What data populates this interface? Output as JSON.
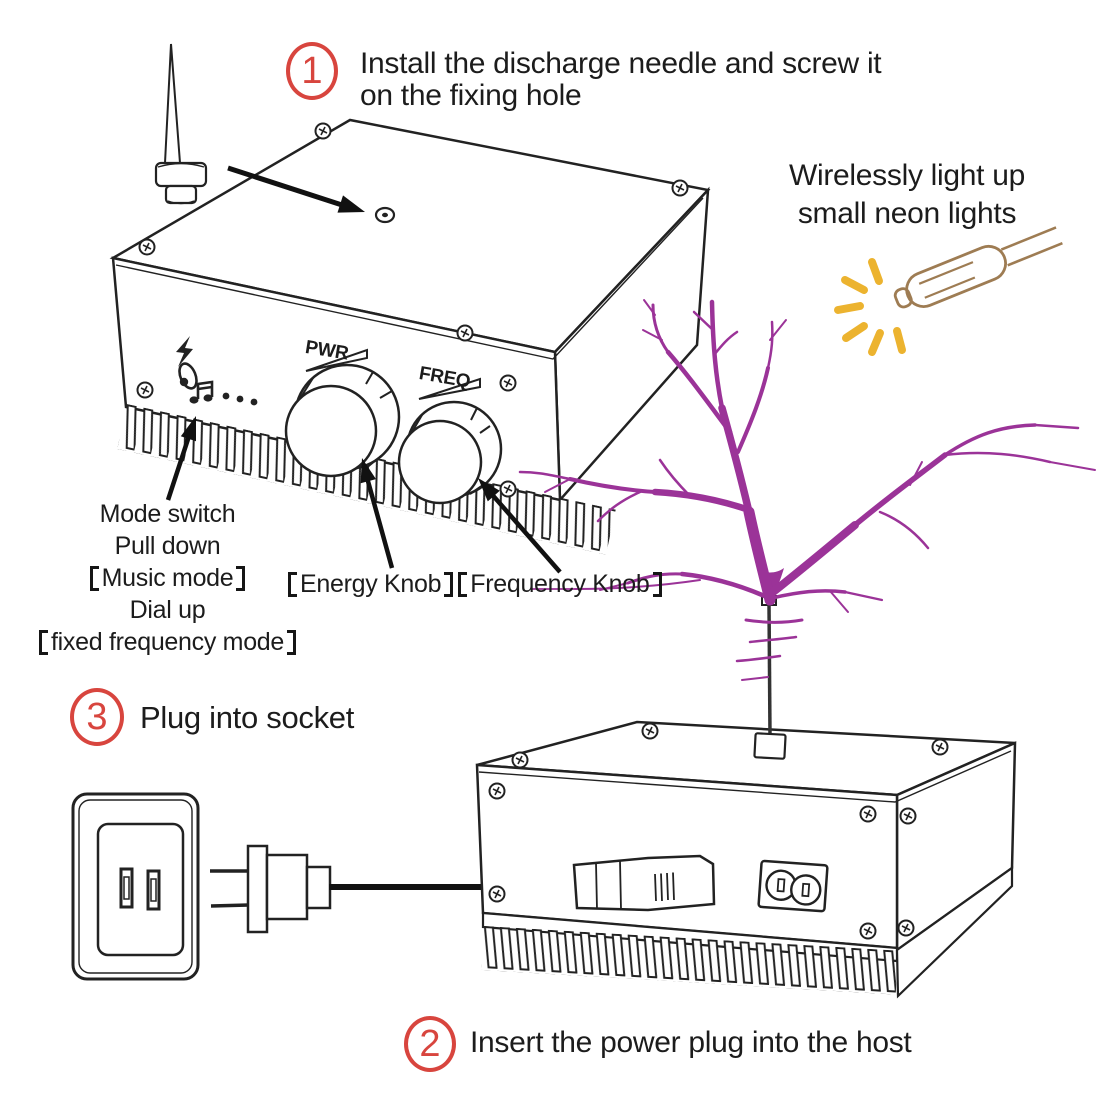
{
  "colors": {
    "accent_red": "#d8453e",
    "plasma_purple": "#9b3398",
    "ray_yellow": "#ecb32f",
    "bulb_brown": "#9e7c53",
    "line_black": "#222222"
  },
  "steps": {
    "step1": {
      "number": "1",
      "line1": "Install the discharge needle and screw it",
      "line2": "on the fixing hole"
    },
    "step2": {
      "number": "2",
      "text": "Insert the power plug into the host"
    },
    "step3": {
      "number": "3",
      "text": "Plug into socket"
    }
  },
  "captions": {
    "wireless_line1": "Wirelessly light up",
    "wireless_line2": "small neon lights",
    "mode_switch_line1": "Mode switch",
    "mode_switch_line2": "Pull down",
    "mode_switch_line3": "Music mode",
    "mode_switch_line4": "Dial up",
    "mode_switch_line5": "fixed frequency mode",
    "bracket_glyphs": "【】",
    "energy_knob_label": "Energy Knob",
    "frequency_knob_label": "Frequency Knob"
  },
  "panel": {
    "power_knob_label": "PWR",
    "freq_knob_label": "FREQ"
  },
  "icons": {
    "mode_lightning": "lightning-bolt",
    "mode_toggle": "toggle-switch",
    "mode_music": "music-note",
    "panel_dots": "•••",
    "neon_bulb": "neon-bulb",
    "spark_rays": "spark-rays",
    "plasma": "plasma-discharge-arc",
    "screw": "phillips-screw",
    "discharge_needle": "discharge-needle",
    "wall_socket": "wall-socket",
    "power_plug": "power-plug",
    "power_inlet": "figure8-power-inlet"
  }
}
